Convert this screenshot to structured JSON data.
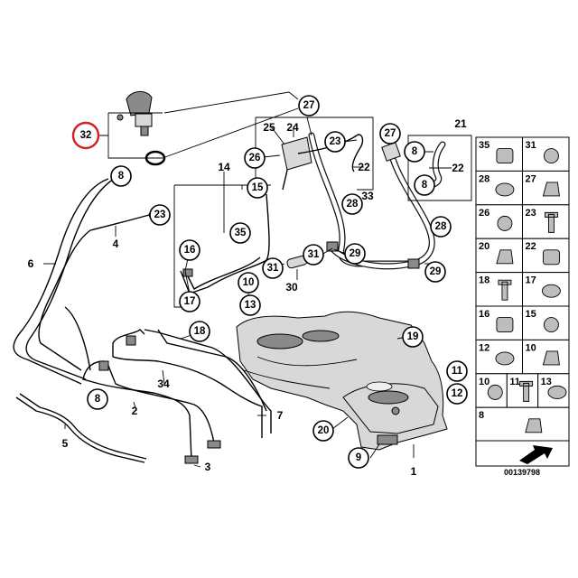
{
  "highlighted_callout": "32",
  "callouts": [
    {
      "id": "32",
      "label": "32"
    },
    {
      "id": "27a",
      "label": "27"
    },
    {
      "id": "25",
      "label": "25"
    },
    {
      "id": "24",
      "label": "24"
    },
    {
      "id": "23a",
      "label": "23"
    },
    {
      "id": "22a",
      "label": "22"
    },
    {
      "id": "26",
      "label": "26"
    },
    {
      "id": "33",
      "label": "33"
    },
    {
      "id": "28a",
      "label": "28"
    },
    {
      "id": "27b",
      "label": "27"
    },
    {
      "id": "8a",
      "label": "8"
    },
    {
      "id": "22b",
      "label": "22"
    },
    {
      "id": "8b",
      "label": "8"
    },
    {
      "id": "21",
      "label": "21"
    },
    {
      "id": "28b",
      "label": "28"
    },
    {
      "id": "29a",
      "label": "29"
    },
    {
      "id": "29b",
      "label": "29"
    },
    {
      "id": "31a",
      "label": "31"
    },
    {
      "id": "31b",
      "label": "31"
    },
    {
      "id": "30",
      "label": "30"
    },
    {
      "id": "8c",
      "label": "8"
    },
    {
      "id": "14",
      "label": "14"
    },
    {
      "id": "15",
      "label": "15"
    },
    {
      "id": "23b",
      "label": "23"
    },
    {
      "id": "35",
      "label": "35"
    },
    {
      "id": "4",
      "label": "4"
    },
    {
      "id": "16",
      "label": "16"
    },
    {
      "id": "17",
      "label": "17"
    },
    {
      "id": "6",
      "label": "6"
    },
    {
      "id": "10",
      "label": "10"
    },
    {
      "id": "13",
      "label": "13"
    },
    {
      "id": "18",
      "label": "18"
    },
    {
      "id": "19",
      "label": "19"
    },
    {
      "id": "34",
      "label": "34"
    },
    {
      "id": "8d",
      "label": "8"
    },
    {
      "id": "2",
      "label": "2"
    },
    {
      "id": "7",
      "label": "7"
    },
    {
      "id": "5",
      "label": "5"
    },
    {
      "id": "20",
      "label": "20"
    },
    {
      "id": "11",
      "label": "11"
    },
    {
      "id": "12",
      "label": "12"
    },
    {
      "id": "9",
      "label": "9"
    },
    {
      "id": "1",
      "label": "1"
    },
    {
      "id": "3",
      "label": "3"
    }
  ],
  "parts_grid": [
    [
      "35",
      "31"
    ],
    [
      "28",
      "27"
    ],
    [
      "26",
      "23"
    ],
    [
      "20",
      "22"
    ],
    [
      "18",
      "17"
    ],
    [
      "16",
      "15"
    ],
    [
      "12",
      "10"
    ],
    [
      "10",
      "11",
      "13"
    ],
    [
      "8"
    ]
  ],
  "diagram_number": "00139798"
}
